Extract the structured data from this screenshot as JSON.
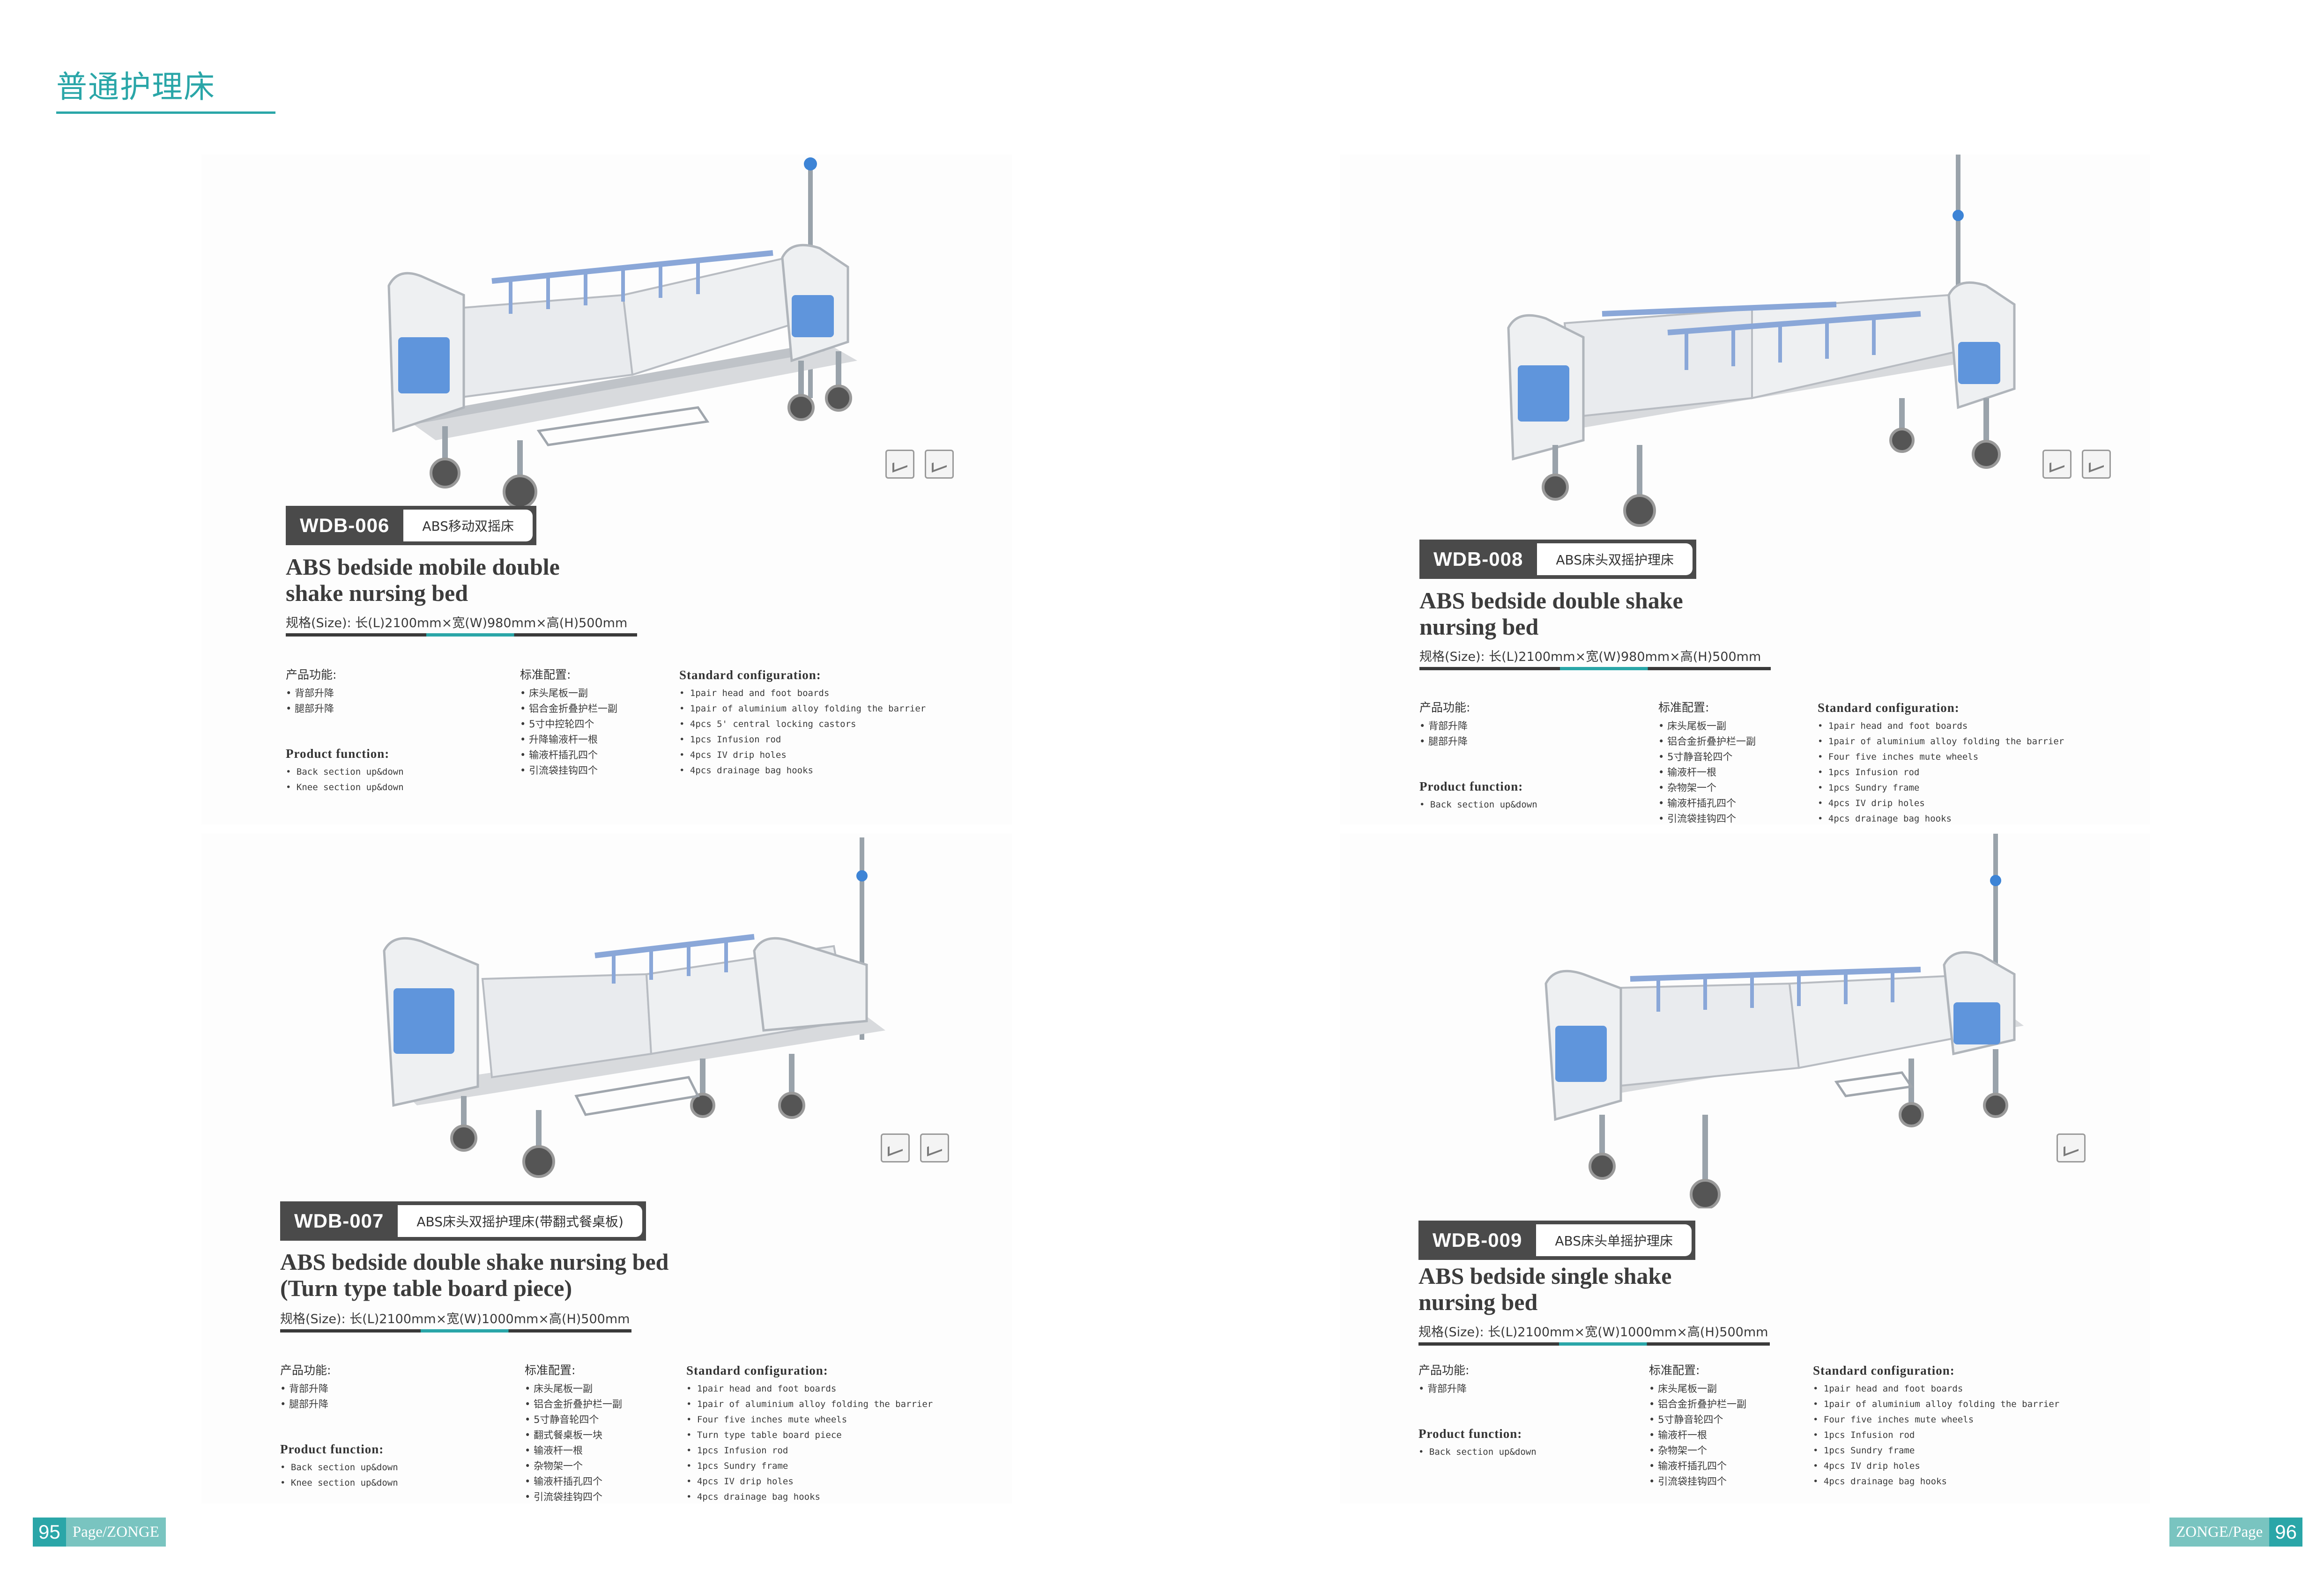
{
  "section": {
    "title": "普通护理床"
  },
  "labels": {
    "function_cn": "产品功能:",
    "config_cn": "标准配置:",
    "config_en": "Standard  configuration:",
    "function_en": "Product  function:"
  },
  "products": [
    {
      "code": "WDB-006",
      "name_cn": "ABS移动双摇床",
      "name_en": "ABS bedside mobile double\nshake nursing bed",
      "spec": "规格(Size): 长(L)2100mm×宽(W)980mm×高(H)500mm",
      "functions_cn": [
        "背部升降",
        "腿部升降"
      ],
      "config_cn": [
        "床头尾板一副",
        "铝合金折叠护栏一副",
        "5寸中控轮四个",
        "升降输液杆一根",
        "输液杆插孔四个",
        "引流袋挂钩四个"
      ],
      "config_en": [
        "1pair head and foot boards",
        "1pair of aluminium alloy folding the barrier",
        "4pcs 5' central locking castors",
        "1pcs Infusion rod",
        "4pcs IV drip holes",
        "4pcs drainage bag hooks"
      ],
      "functions_en": [
        "Back section up&down",
        "Knee section up&down"
      ]
    },
    {
      "code": "WDB-008",
      "name_cn": "ABS床头双摇护理床",
      "name_en": "ABS bedside double shake\nnursing bed",
      "spec": "规格(Size): 长(L)2100mm×宽(W)980mm×高(H)500mm",
      "functions_cn": [
        "背部升降",
        "腿部升降"
      ],
      "config_cn": [
        "床头尾板一副",
        "铝合金折叠护栏一副",
        "5寸静音轮四个",
        "输液杆一根",
        "杂物架一个",
        "输液杆插孔四个",
        "引流袋挂钩四个"
      ],
      "config_en": [
        "1pair head and foot boards",
        "1pair of aluminium alloy folding the barrier",
        "Four five inches mute wheels",
        "1pcs Infusion rod",
        "1pcs Sundry frame",
        "4pcs IV drip holes",
        "4pcs drainage bag hooks"
      ],
      "functions_en": [
        "Back section up&down"
      ]
    },
    {
      "code": "WDB-007",
      "name_cn": "ABS床头双摇护理床(带翻式餐桌板)",
      "name_en": "ABS bedside double shake nursing bed\n(Turn type table board piece)",
      "spec": "规格(Size): 长(L)2100mm×宽(W)1000mm×高(H)500mm",
      "functions_cn": [
        "背部升降",
        "腿部升降"
      ],
      "config_cn": [
        "床头尾板一副",
        "铝合金折叠护栏一副",
        "5寸静音轮四个",
        "翻式餐桌板一块",
        "输液杆一根",
        "杂物架一个",
        "输液杆插孔四个",
        "引流袋挂钩四个"
      ],
      "config_en": [
        "1pair head and foot boards",
        "1pair of aluminium alloy folding the barrier",
        "Four five inches mute wheels",
        "Turn type table board piece",
        "1pcs Infusion rod",
        "1pcs Sundry frame",
        "4pcs IV drip holes",
        "4pcs drainage bag hooks"
      ],
      "functions_en": [
        "Back section up&down",
        "Knee section up&down"
      ]
    },
    {
      "code": "WDB-009",
      "name_cn": "ABS床头单摇护理床",
      "name_en": "ABS bedside single shake\nnursing bed",
      "spec": "规格(Size): 长(L)2100mm×宽(W)1000mm×高(H)500mm",
      "functions_cn": [
        "背部升降"
      ],
      "config_cn": [
        "床头尾板一副",
        "铝合金折叠护栏一副",
        "5寸静音轮四个",
        "输液杆一根",
        "杂物架一个",
        "输液杆插孔四个",
        "引流袋挂钩四个"
      ],
      "config_en": [
        "1pair head and foot boards",
        "1pair of aluminium alloy folding the barrier",
        "Four five inches mute wheels",
        "1pcs Infusion rod",
        "1pcs Sundry frame",
        "4pcs IV drip holes",
        "4pcs drainage bag hooks"
      ],
      "functions_en": [
        "Back section up&down"
      ]
    }
  ],
  "footer": {
    "left_page": "95",
    "left_text": "Page/ZONGE",
    "right_text": "ZONGE/Page",
    "right_page": "96"
  },
  "colors": {
    "accent": "#2aa6a8",
    "accent_light": "#79c4c0",
    "tag_dark": "#4a4a4a",
    "bed_blue": "#3d84d6"
  }
}
